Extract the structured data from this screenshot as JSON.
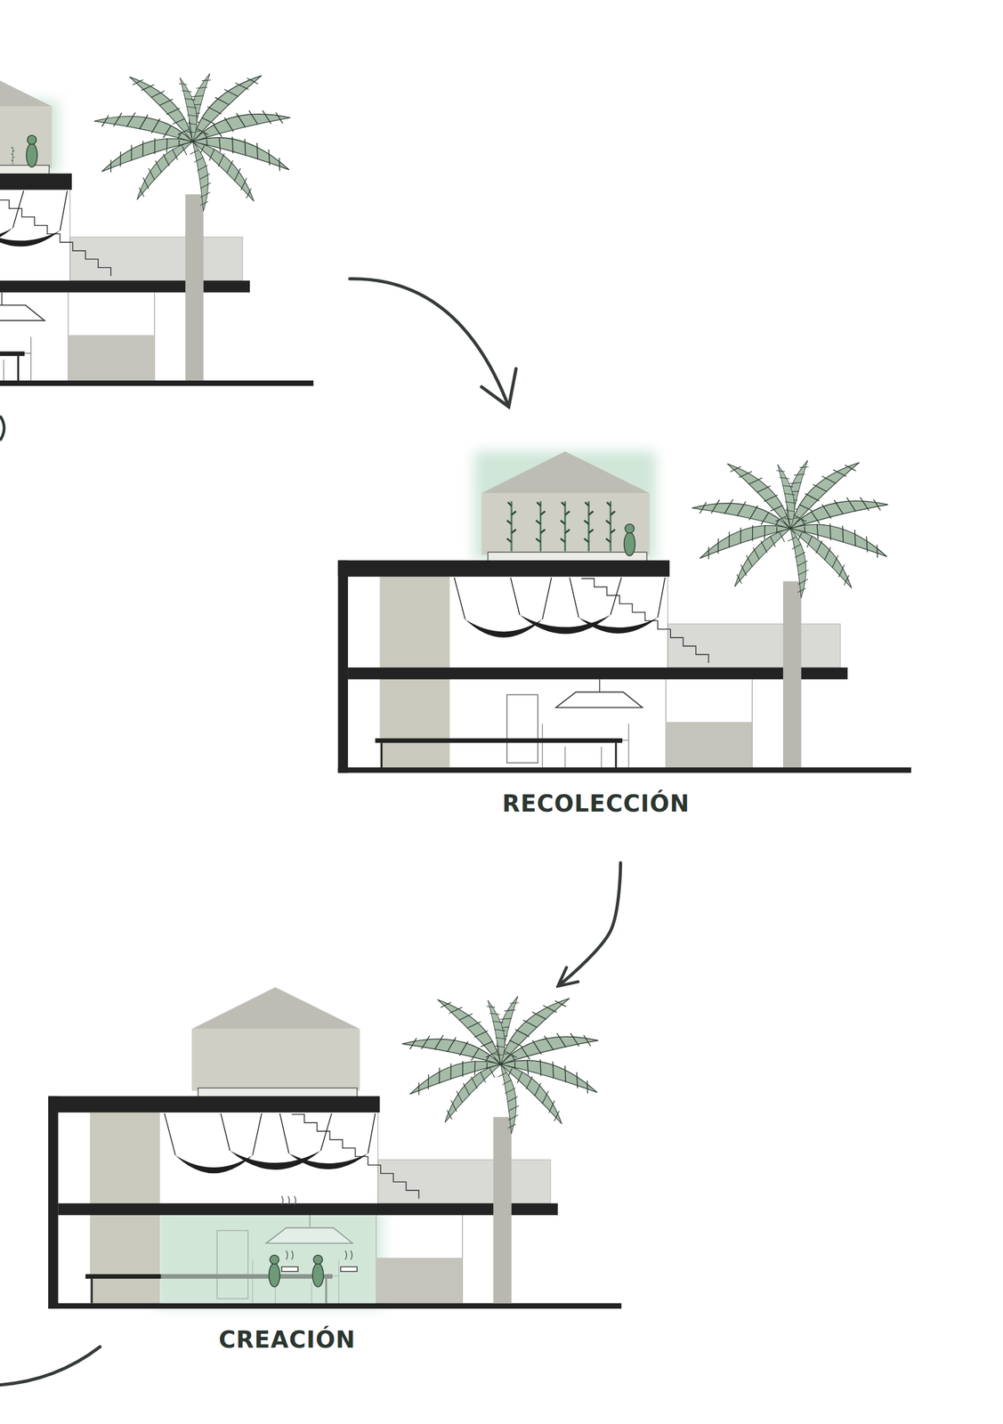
{
  "diagram": {
    "nodes": [
      {
        "text": [
          "RECOLECCIÓN"
        ]
      },
      {
        "text": [
          "CREACIÓN"
        ]
      }
    ],
    "edges": [
      {
        "from": 0,
        "to": 1,
        "arrow": "to"
      }
    ]
  }
}
